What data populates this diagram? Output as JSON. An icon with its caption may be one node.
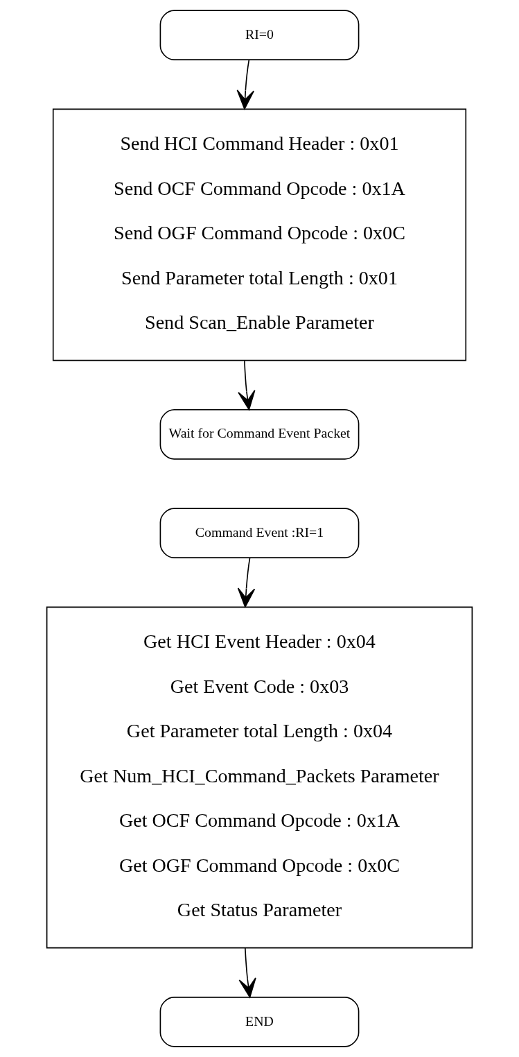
{
  "diagram": {
    "nodes": [
      {
        "text": [
          "RI=0"
        ]
      },
      {
        "text": [
          "Send HCI Command Header : 0x01",
          "Send OCF Command Opcode : 0x1A",
          "Send OGF Command Opcode : 0x0C",
          "Send Parameter total Length : 0x01",
          "Send Scan_Enable Parameter"
        ]
      },
      {
        "text": [
          "Wait for Command Event Packet"
        ]
      },
      {
        "text": [
          "Command Event :RI=1"
        ]
      },
      {
        "text": [
          "Get HCI Event Header : 0x04",
          "Get Event Code : 0x03",
          "Get Parameter total Length : 0x04",
          "Get Num_HCI_Command_Packets Parameter",
          "Get OCF Command Opcode : 0x1A",
          "Get OGF Command Opcode : 0x0C",
          "Get Status Parameter"
        ]
      },
      {
        "text": [
          "END"
        ]
      }
    ],
    "edges": [
      {
        "from": 0,
        "to": 1,
        "arrow": "to"
      },
      {
        "from": 1,
        "to": 2,
        "arrow": "to"
      },
      {
        "from": 3,
        "to": 4,
        "arrow": "to"
      },
      {
        "from": 4,
        "to": 5,
        "arrow": "to"
      }
    ]
  }
}
